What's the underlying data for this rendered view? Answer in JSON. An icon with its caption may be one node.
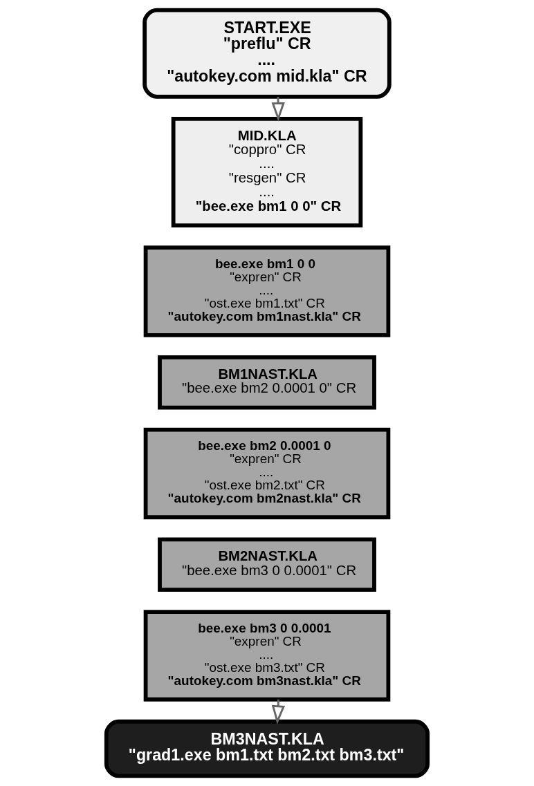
{
  "diagram": {
    "nodes": [
      {
        "text": [
          "START.EXE",
          "\"preflu\" CR",
          "....",
          "\"autokey.com mid.kla\" CR"
        ]
      },
      {
        "text": [
          "MID.KLA",
          "\"coppro\" CR",
          "....",
          "\"resgen\" CR",
          "....",
          "\"bee.exe bm1 0 0\" CR"
        ]
      },
      {
        "text": [
          "bee.exe bm1 0 0",
          "\"expren\" CR",
          "....",
          "\"ost.exe bm1.txt\" CR",
          "\"autokey.com bm1nast.kla\" CR"
        ]
      },
      {
        "text": [
          "BM1NAST.KLA",
          "\"bee.exe bm2 0.0001 0\" CR"
        ]
      },
      {
        "text": [
          "bee.exe bm2 0.0001 0",
          "\"expren\" CR",
          "....",
          "\"ost.exe bm2.txt\" CR",
          "\"autokey.com bm2nast.kla\" CR"
        ]
      },
      {
        "text": [
          "BM2NAST.KLA",
          "\"bee.exe bm3 0 0.0001\" CR"
        ]
      },
      {
        "text": [
          "bee.exe bm3 0 0.0001",
          "\"expren\" CR",
          "....",
          "\"ost.exe bm3.txt\" CR",
          "\"autokey.com bm3nast.kla\" CR"
        ]
      },
      {
        "text": [
          "BM3NAST.KLA",
          "\"grad1.exe bm1.txt bm2.txt bm3.txt\""
        ]
      }
    ],
    "edges": [
      {
        "from": 0,
        "to": 1,
        "arrow": "to"
      },
      {
        "from": 6,
        "to": 7,
        "arrow": "to"
      }
    ]
  }
}
